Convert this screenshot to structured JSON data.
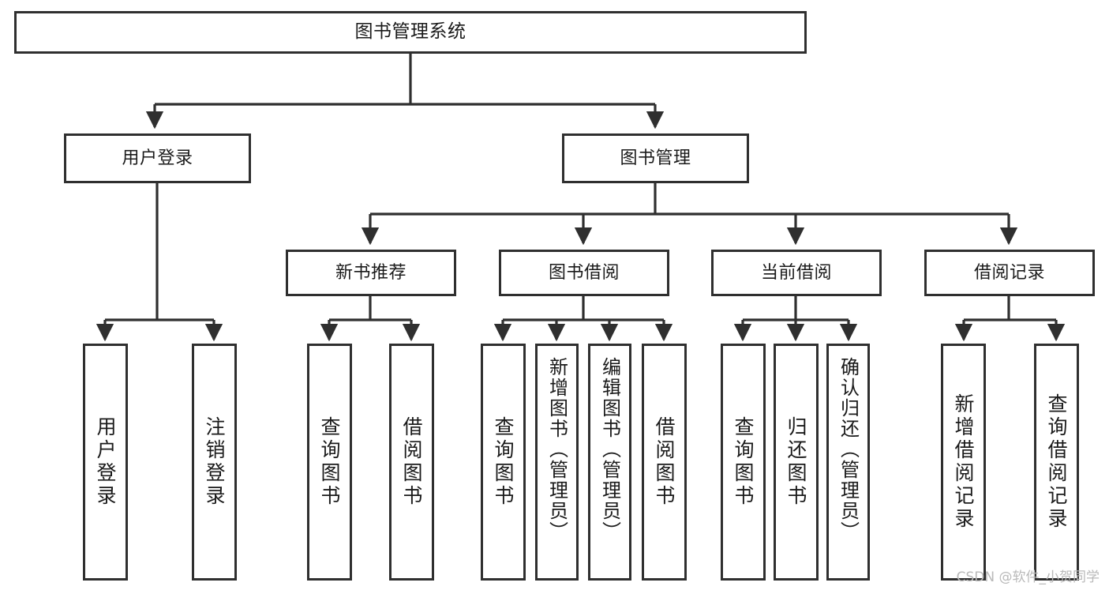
{
  "diagram": {
    "title": "图书管理系统",
    "watermark": "CSDN @软件_小贺同学",
    "line_color": "#2f2f2f",
    "box_fill": "#ffffff",
    "text_color": "#1a1a1a",
    "nodes": {
      "root": {
        "label": "图书管理系统"
      },
      "level2": [
        {
          "label": "用户登录"
        },
        {
          "label": "图书管理"
        }
      ],
      "level3": [
        {
          "label": "新书推荐"
        },
        {
          "label": "图书借阅"
        },
        {
          "label": "当前借阅"
        },
        {
          "label": "借阅记录"
        }
      ],
      "leaves": {
        "user_login": [
          {
            "label": "用户登录"
          },
          {
            "label": "注销登录"
          }
        ],
        "new_book_recommend": [
          {
            "label": "查询图书"
          },
          {
            "label": "借阅图书"
          }
        ],
        "book_borrow": [
          {
            "label": "查询图书"
          },
          {
            "label": "新增图书（管理员）"
          },
          {
            "label": "编辑图书（管理员）"
          },
          {
            "label": "借阅图书"
          }
        ],
        "current_borrow": [
          {
            "label": "查询图书"
          },
          {
            "label": "归还图书"
          },
          {
            "label": "确认归还（管理员）"
          }
        ],
        "borrow_record": [
          {
            "label": "新增借阅记录"
          },
          {
            "label": "查询借阅记录"
          }
        ]
      }
    }
  }
}
